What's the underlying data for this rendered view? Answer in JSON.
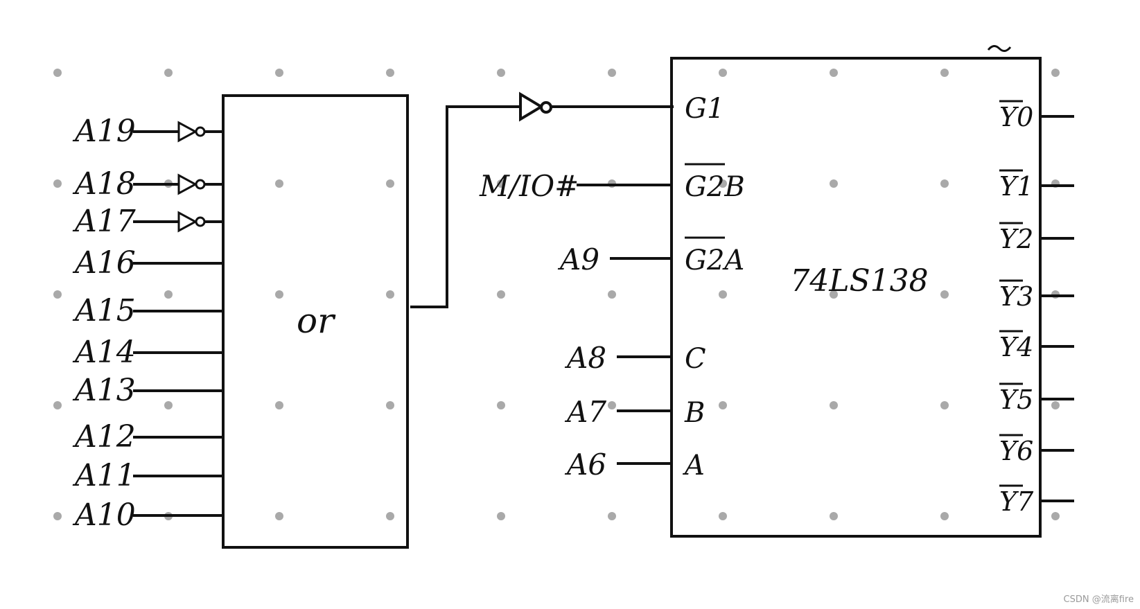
{
  "or_gate": {
    "label": "or"
  },
  "inputs": [
    {
      "label": "A19",
      "inverted": true
    },
    {
      "label": "A18",
      "inverted": true
    },
    {
      "label": "A17",
      "inverted": true
    },
    {
      "label": "A16",
      "inverted": false
    },
    {
      "label": "A15",
      "inverted": false
    },
    {
      "label": "A14",
      "inverted": false
    },
    {
      "label": "A13",
      "inverted": false
    },
    {
      "label": "A12",
      "inverted": false
    },
    {
      "label": "A11",
      "inverted": false
    },
    {
      "label": "A10",
      "inverted": false
    }
  ],
  "decoder": {
    "name": "74LS138",
    "pins_left": [
      "G1",
      "G2B",
      "G2A",
      "C",
      "B",
      "A"
    ],
    "pin_signals": [
      "M/IO#",
      "A9",
      "A8",
      "A7",
      "A6"
    ],
    "outputs": [
      "Y0",
      "Y1",
      "Y2",
      "Y3",
      "Y4",
      "Y5",
      "Y6",
      "Y7"
    ]
  },
  "watermark": "CSDN @流离fire"
}
